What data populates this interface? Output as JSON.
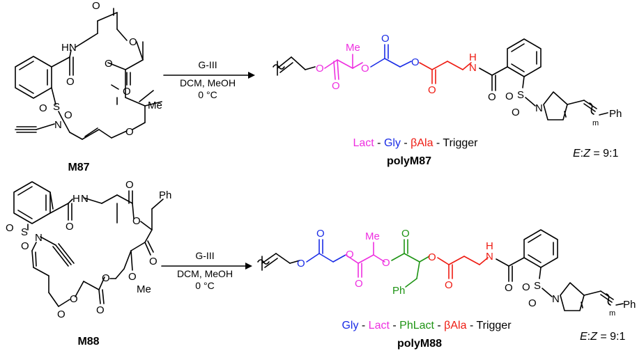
{
  "colors": {
    "lact": "#ee2fe0",
    "gly": "#1a2ce6",
    "bala": "#ee1b12",
    "phlact": "#1e9414",
    "black": "#000000"
  },
  "reaction1": {
    "monomer": "M87",
    "polymer": "polyM87",
    "catalyst": "G-III",
    "solvent": "DCM, MeOH",
    "temperature": "0 °C",
    "sequence": [
      {
        "name": "Lact",
        "sep": " - "
      },
      {
        "name": "Gly",
        "sep": " - "
      },
      {
        "name": "βAla",
        "sep": " - "
      },
      {
        "name": "Trigger",
        "sep": ""
      }
    ],
    "ez_label": "E",
    "ez_colon": ":",
    "ez_z": "Z",
    "ez_value": " = 9:1"
  },
  "reaction2": {
    "monomer": "M88",
    "polymer": "polyM88",
    "catalyst": "G-III",
    "solvent": "DCM, MeOH",
    "temperature": "0 °C",
    "sequence": [
      {
        "name": "Gly",
        "sep": " - "
      },
      {
        "name": "Lact",
        "sep": " - "
      },
      {
        "name": "PhLact",
        "sep": " - "
      },
      {
        "name": "βAla",
        "sep": " - "
      },
      {
        "name": "Trigger",
        "sep": ""
      }
    ],
    "ez_label": "E",
    "ez_colon": ":",
    "ez_z": "Z",
    "ez_value": " = 9:1"
  },
  "atoms": {
    "O": "O",
    "N": "N",
    "S": "S",
    "H": "H",
    "HN": "HN",
    "Me": "Me",
    "Ph": "Ph",
    "m": "m"
  }
}
